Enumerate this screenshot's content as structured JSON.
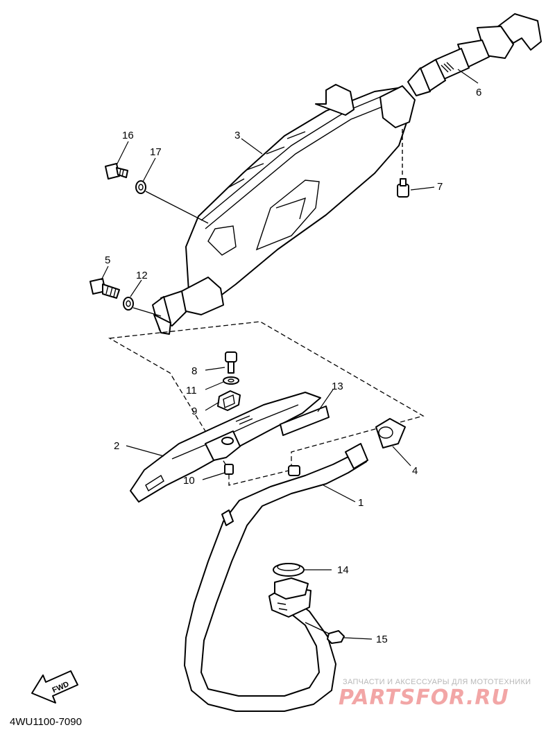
{
  "diagram": {
    "diagram_code": "4WU1100-7090",
    "fwd_label": "FWD",
    "callouts": [
      {
        "id": "c1",
        "label": "1"
      },
      {
        "id": "c2",
        "label": "2"
      },
      {
        "id": "c3",
        "label": "3"
      },
      {
        "id": "c4",
        "label": "4"
      },
      {
        "id": "c5",
        "label": "5"
      },
      {
        "id": "c6",
        "label": "6"
      },
      {
        "id": "c7",
        "label": "7"
      },
      {
        "id": "c8",
        "label": "8"
      },
      {
        "id": "c9",
        "label": "9"
      },
      {
        "id": "c10",
        "label": "10"
      },
      {
        "id": "c11",
        "label": "11"
      },
      {
        "id": "c12",
        "label": "12"
      },
      {
        "id": "c13",
        "label": "13"
      },
      {
        "id": "c14",
        "label": "14"
      },
      {
        "id": "c15",
        "label": "15"
      },
      {
        "id": "c16",
        "label": "16"
      },
      {
        "id": "c17",
        "label": "17"
      }
    ]
  },
  "watermark": {
    "tagline": "ЗАПЧАСТИ И АКСЕССУАРЫ ДЛЯ МОТОТЕХНИКИ",
    "brand": "PARTSFOR.RU"
  }
}
